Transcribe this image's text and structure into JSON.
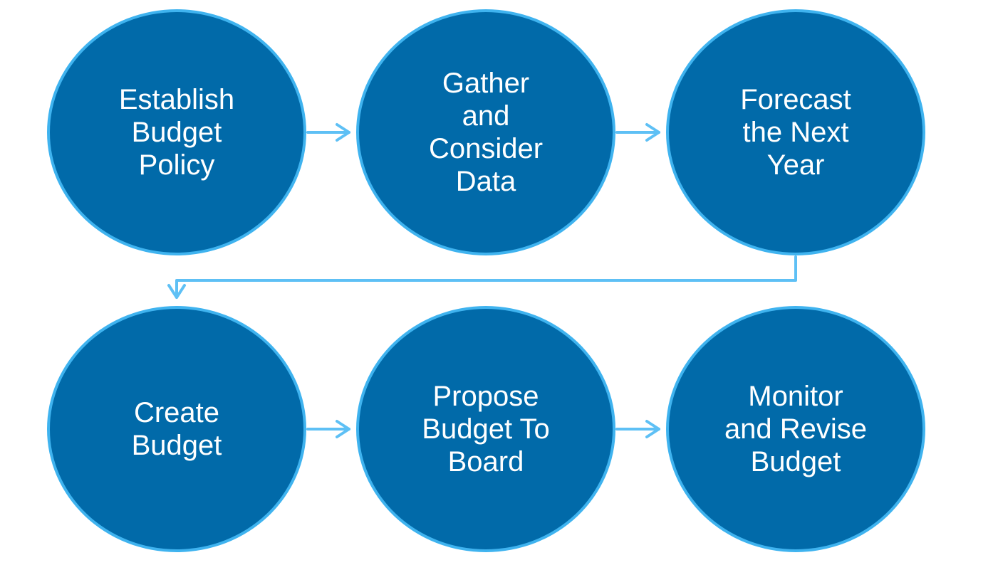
{
  "diagram": {
    "steps": [
      {
        "id": "s1",
        "label": "Establish\nBudget\nPolicy"
      },
      {
        "id": "s2",
        "label": "Gather\nand\nConsider\nData"
      },
      {
        "id": "s3",
        "label": "Forecast\nthe Next\nYear"
      },
      {
        "id": "s4",
        "label": "Create\nBudget"
      },
      {
        "id": "s5",
        "label": "Propose\nBudget To\nBoard"
      },
      {
        "id": "s6",
        "label": "Monitor\nand Revise\nBudget"
      }
    ],
    "colors": {
      "circle_fill": "#016aa9",
      "circle_border": "#3fb3ef",
      "connector": "#5ec0f5",
      "label": "#ffffff"
    }
  }
}
